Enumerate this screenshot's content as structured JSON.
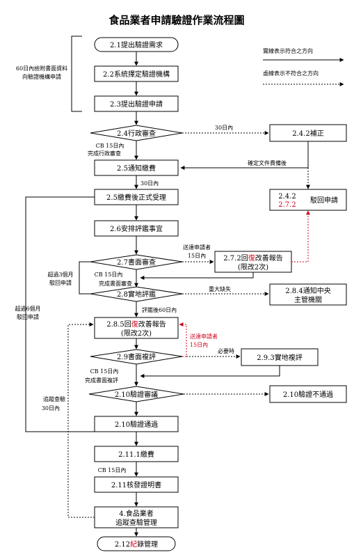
{
  "title": "食品業者申請驗證作業流程圖",
  "legend": {
    "solid": "實線表示符合之方向",
    "dashed": "虛線表示不符合之方向"
  },
  "side_notes": {
    "documents_line1": "60日內檢附書面資料",
    "documents_line2": "向驗證機構申請",
    "over3_line1": "超過3個月",
    "over3_line2": "駁回申請",
    "over6_line1": "超過6個月",
    "over6_line2": "駁回申請",
    "tracking_line1": "追蹤查驗",
    "tracking_line2": "30日內"
  },
  "nodes": {
    "n21": "2.1提出驗證需求",
    "n22": "2.2系統擇定驗證機構",
    "n23": "2.3提出驗證申請",
    "n24": "2.4行政審查",
    "n242": "2.4.2補正",
    "n25a": "2.5通知繳費",
    "n25b": "2.5繳費後正式受理",
    "n26": "2.6安排評鑑事宜",
    "n27": "2.7書面審查",
    "n272_pre": "2.7.2回",
    "n272_red": "復",
    "n272_post": "改善報告",
    "n272_sub": "(限改2次)",
    "n28": "2.8實地評鑑",
    "n284_line1": "2.8.4通知中央",
    "n284_line2": "主管機關",
    "n285_pre": "2.8.5回",
    "n285_red": "復",
    "n285_post": "改善報告",
    "n285_sub": "(限改2次)",
    "n29": "2.9書面複評",
    "n293": "2.9.3實地複評",
    "n210": "2.10驗證審議",
    "n210fail": "2.10驗證不通過",
    "n210pass": "2.10驗證通過",
    "n2111": "2.11.1繳費",
    "n211": "2.11核發證明書",
    "n4_line1": "4.食品業者",
    "n4_line2": "追蹤查驗管理",
    "n212_pre": "2.12",
    "n212_red": "紀",
    "n212_post": "錄管理",
    "reject_a": "2.4.2",
    "reject_b": "2.7.2",
    "reject_label": "駁回申請"
  },
  "labels": {
    "within30_a": "30日內",
    "cb15_admin_line1": "CB 15日內",
    "cb15_admin_line2": "完成行政審查",
    "confirm_fee": "確定文件費備後",
    "within30_b": "30日內",
    "sent_applicant_line1": "送達申請者",
    "sent_applicant_line2": "15日內",
    "cb15_doc_line1": "CB 15日內",
    "cb15_doc_line2": "完成書面審查",
    "major_defect": "重大缺失",
    "after_eval60": "評鑑後60日內",
    "red_sent_line1": "送達申請者",
    "red_sent_line2": "15日內",
    "when_needed": "必要時",
    "cb15_reeval_line1": "CB 15日內",
    "cb15_reeval_line2": "完成書面複評",
    "cb15_cert": "CB 15日內"
  }
}
